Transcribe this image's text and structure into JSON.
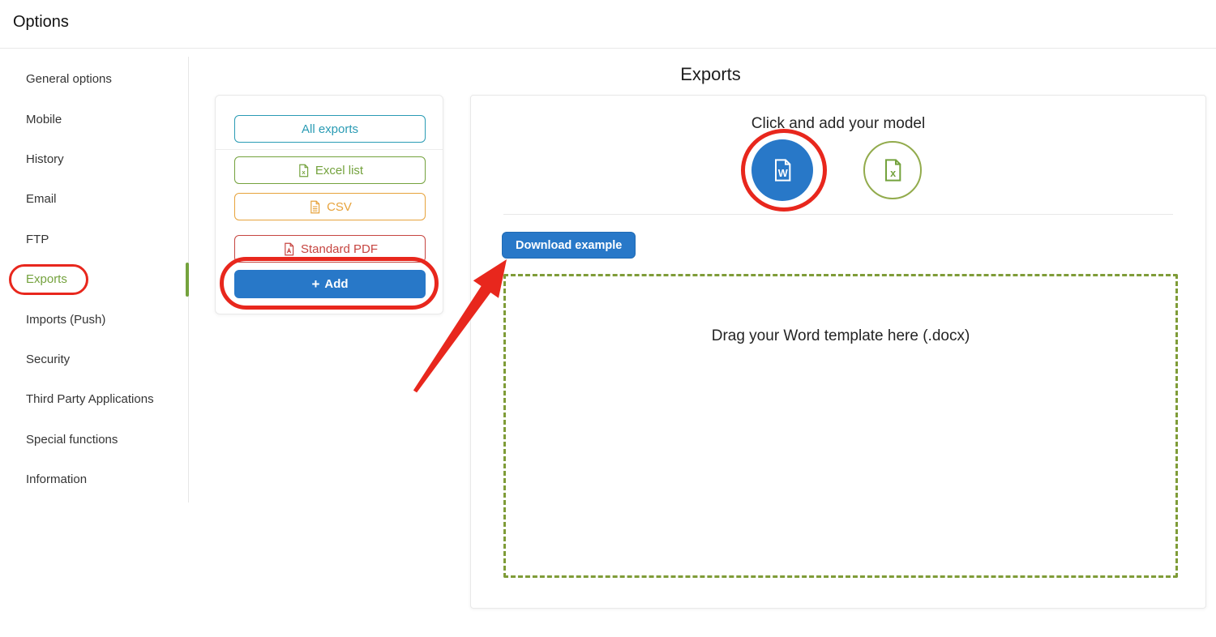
{
  "header": {
    "title": "Options"
  },
  "sidebar": {
    "items": [
      {
        "label": "General options",
        "active": false
      },
      {
        "label": "Mobile",
        "active": false
      },
      {
        "label": "History",
        "active": false
      },
      {
        "label": "Email",
        "active": false
      },
      {
        "label": "FTP",
        "active": false
      },
      {
        "label": "Exports",
        "active": true
      },
      {
        "label": "Imports (Push)",
        "active": false
      },
      {
        "label": "Security",
        "active": false
      },
      {
        "label": "Third Party Applications",
        "active": false
      },
      {
        "label": "Special functions",
        "active": false
      },
      {
        "label": "Information",
        "active": false
      }
    ]
  },
  "export_types_panel": {
    "buttons": [
      {
        "label": "All exports",
        "icon": "none"
      },
      {
        "label": "Excel list",
        "icon": "excel-file-icon"
      },
      {
        "label": "CSV",
        "icon": "csv-file-icon"
      },
      {
        "label": "Standard PDF",
        "icon": "pdf-file-icon"
      }
    ],
    "add_button": {
      "plus": "+",
      "label": "Add"
    }
  },
  "exports_panel": {
    "title": "Exports",
    "subtitle": "Click and add your model",
    "model_buttons": [
      {
        "icon": "word-file-icon",
        "style": "blue-filled",
        "annotated": true
      },
      {
        "icon": "excel-file-icon",
        "style": "green-outline",
        "annotated": false
      }
    ],
    "download_button_label": "Download example",
    "dropzone_text": "Drag your Word template here (.docx)"
  },
  "colors": {
    "teal": "#2a9bb4",
    "green": "#74a23d",
    "orange": "#e7a33c",
    "red": "#c64540",
    "blue": "#2878c8",
    "annotation": "#e8271d",
    "dash-green": "#7f9c38",
    "border": "#e9e9e9",
    "text": "#2e2e2e"
  }
}
